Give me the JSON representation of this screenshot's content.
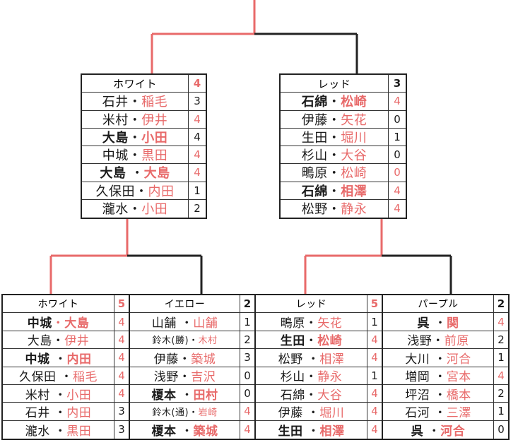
{
  "colors": {
    "red": "#e86a6a",
    "dark": "#1a1a1a"
  },
  "cards": {
    "white_top": {
      "title": "ホワイト",
      "score": "4",
      "score_color": "red",
      "rows": [
        {
          "a": "石井",
          "b": "稲毛",
          "s": "3",
          "sc": "dark",
          "bold": false
        },
        {
          "a": "米村",
          "b": "伊井",
          "s": "4",
          "sc": "red",
          "bold": false
        },
        {
          "a": "大島",
          "b": "小田",
          "s": "4",
          "sc": "dark",
          "bold": true
        },
        {
          "a": "中城",
          "b": "黒田",
          "s": "4",
          "sc": "red",
          "bold": false
        },
        {
          "a": "大島 ",
          "b": "大島",
          "s": "4",
          "sc": "red",
          "bold": true
        },
        {
          "a": "久保田",
          "b": "内田",
          "s": "1",
          "sc": "dark",
          "bold": false
        },
        {
          "a": "瀧水",
          "b": "小田",
          "s": "2",
          "sc": "dark",
          "bold": false
        }
      ]
    },
    "red_top": {
      "title": "レッド",
      "score": "3",
      "score_color": "dark",
      "rows": [
        {
          "a": "石綿",
          "b": "松崎",
          "s": "4",
          "sc": "red",
          "bold": true
        },
        {
          "a": "伊藤",
          "b": "矢花",
          "s": "0",
          "sc": "dark",
          "bold": false
        },
        {
          "a": "生田",
          "b": "堀川",
          "s": "1",
          "sc": "dark",
          "bold": false
        },
        {
          "a": "杉山",
          "b": "大谷",
          "s": "0",
          "sc": "dark",
          "bold": false
        },
        {
          "a": "鴫原",
          "b": "松崎",
          "s": "0",
          "sc": "red",
          "bold": false
        },
        {
          "a": "石綿",
          "b": "相澤",
          "s": "4",
          "sc": "red",
          "bold": true
        },
        {
          "a": "松野",
          "b": "静永",
          "s": "4",
          "sc": "red",
          "bold": false
        }
      ]
    },
    "white_bottom": {
      "title": "ホワイト",
      "score": "5",
      "score_color": "red",
      "rows": [
        {
          "a": "中城",
          "b": "大島",
          "s": "4",
          "sc": "red",
          "bold": true
        },
        {
          "a": "大島",
          "b": "伊井",
          "s": "4",
          "sc": "red",
          "bold": false
        },
        {
          "a": "中城 ",
          "b": "内田",
          "s": "4",
          "sc": "red",
          "bold": true
        },
        {
          "a": "久保田 ",
          "b": "稲毛",
          "s": "4",
          "sc": "red",
          "bold": false
        },
        {
          "a": "米村 ",
          "b": "小田",
          "s": "4",
          "sc": "red",
          "bold": false
        },
        {
          "a": "石井 ",
          "b": "内田",
          "s": "3",
          "sc": "dark",
          "bold": false
        },
        {
          "a": "瀧水 ",
          "b": "黒田",
          "s": "3",
          "sc": "dark",
          "bold": false
        }
      ]
    },
    "yellow_bottom": {
      "title": "イエロー",
      "score": "2",
      "score_color": "dark",
      "rows": [
        {
          "a": "山舗 ",
          "b": "山舗",
          "s": "1",
          "sc": "dark",
          "bold": false
        },
        {
          "a": "鈴木(勝)",
          "b": "木村",
          "s": "2",
          "sc": "dark",
          "bold": false,
          "small": true
        },
        {
          "a": "伊藤",
          "b": "築城",
          "s": "3",
          "sc": "dark",
          "bold": false
        },
        {
          "a": "浅野",
          "b": "吉沢",
          "s": "0",
          "sc": "dark",
          "bold": false
        },
        {
          "a": "榎本 ",
          "b": "田村",
          "s": "0",
          "sc": "dark",
          "bold": true
        },
        {
          "a": "鈴木(通)",
          "b": "岩崎",
          "s": "4",
          "sc": "red",
          "bold": false,
          "small": true
        },
        {
          "a": "榎本 ",
          "b": "築城",
          "s": "4",
          "sc": "red",
          "bold": true
        }
      ]
    },
    "red_bottom": {
      "title": "レッド",
      "score": "5",
      "score_color": "red",
      "rows": [
        {
          "a": "鴫原",
          "b": "矢花",
          "s": "1",
          "sc": "dark",
          "bold": false
        },
        {
          "a": "生田",
          "b": "松崎",
          "s": "4",
          "sc": "red",
          "bold": true
        },
        {
          "a": "松野 ",
          "b": "相澤",
          "s": "4",
          "sc": "red",
          "bold": false
        },
        {
          "a": "杉山",
          "b": "静永",
          "s": "1",
          "sc": "dark",
          "bold": false
        },
        {
          "a": "石綿",
          "b": "大谷",
          "s": "4",
          "sc": "red",
          "bold": false
        },
        {
          "a": "伊藤 ",
          "b": "堀川",
          "s": "4",
          "sc": "red",
          "bold": false
        },
        {
          "a": "生田 ",
          "b": "相澤",
          "s": "4",
          "sc": "red",
          "bold": true
        }
      ]
    },
    "purple_bottom": {
      "title": "パープル",
      "score": "2",
      "score_color": "dark",
      "rows": [
        {
          "a": "呉 ",
          "b": "関",
          "s": "4",
          "sc": "red",
          "bold": true
        },
        {
          "a": "浅野",
          "b": "前原",
          "s": "2",
          "sc": "dark",
          "bold": false
        },
        {
          "a": "大川 ",
          "b": "河合",
          "s": "1",
          "sc": "dark",
          "bold": false
        },
        {
          "a": "増岡 ",
          "b": "宮本",
          "s": "4",
          "sc": "red",
          "bold": false
        },
        {
          "a": "坪沼 ",
          "b": "橋本",
          "s": "2",
          "sc": "dark",
          "bold": false
        },
        {
          "a": "石河 ",
          "b": "三澤",
          "s": "1",
          "sc": "dark",
          "bold": false
        },
        {
          "a": "呉 ",
          "b": "河合",
          "s": "0",
          "sc": "dark",
          "bold": true
        }
      ]
    }
  }
}
